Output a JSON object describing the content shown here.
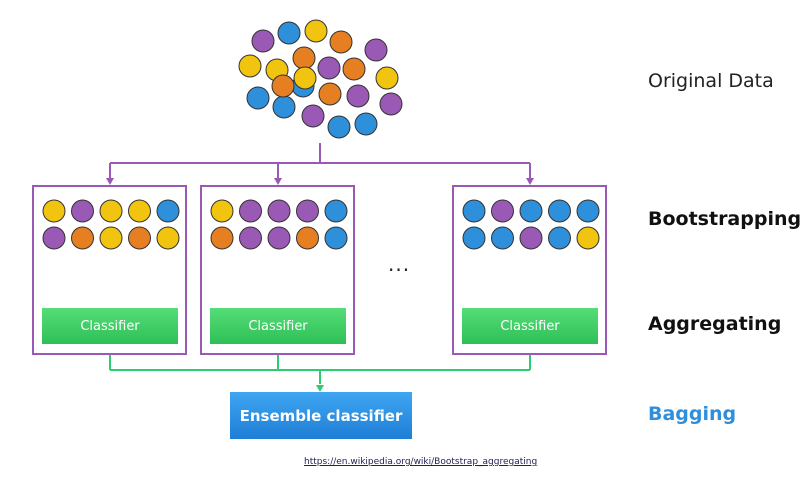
{
  "labels": {
    "original": "Original Data",
    "bootstrapping": "Bootstrapping",
    "aggregating": "Aggregating",
    "bagging": "Bagging"
  },
  "boxes": [
    {
      "classifier": "Classifier",
      "balls": [
        "yellow",
        "purple",
        "yellow",
        "yellow",
        "blue",
        "purple",
        "orange",
        "yellow",
        "orange",
        "yellow"
      ]
    },
    {
      "classifier": "Classifier",
      "balls": [
        "yellow",
        "purple",
        "purple",
        "purple",
        "blue",
        "orange",
        "purple",
        "purple",
        "orange",
        "blue"
      ]
    },
    {
      "classifier": "Classifier",
      "balls": [
        "blue",
        "purple",
        "blue",
        "blue",
        "blue",
        "blue",
        "blue",
        "purple",
        "blue",
        "yellow"
      ]
    }
  ],
  "ellipsis": "...",
  "ensemble": {
    "label": "Ensemble classifier"
  },
  "source": {
    "url": "https://en.wikipedia.org/wiki/Bootstrap_aggregating"
  },
  "colors": {
    "purple": "#9b59b6",
    "yellow": "#f1c40f",
    "orange": "#e67e22",
    "blue": "#2e8fdb",
    "green": "#2ecc71",
    "accent_blue": "#2f8fdc"
  },
  "original_balls": [
    "purple",
    "blue",
    "yellow",
    "orange",
    "purple",
    "yellow",
    "yellow",
    "orange",
    "purple",
    "orange",
    "yellow",
    "blue",
    "blue",
    "orange",
    "purple",
    "purple",
    "blue",
    "purple",
    "blue",
    "yellow",
    "blue",
    "orange"
  ]
}
